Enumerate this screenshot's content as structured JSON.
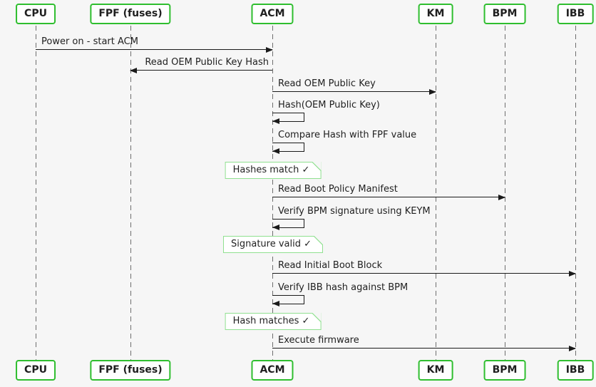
{
  "diagram": {
    "type": "sequence-diagram",
    "background": "#f6f6f6"
  },
  "participants": [
    {
      "id": "cpu",
      "label": "CPU"
    },
    {
      "id": "fpf",
      "label": "FPF (fuses)"
    },
    {
      "id": "acm",
      "label": "ACM"
    },
    {
      "id": "km",
      "label": "KM"
    },
    {
      "id": "bpm",
      "label": "BPM"
    },
    {
      "id": "ibb",
      "label": "IBB"
    }
  ],
  "messages": [
    {
      "from": "CPU",
      "to": "ACM",
      "label": "Power on - start ACM",
      "type": "solid-arrow"
    },
    {
      "from": "ACM",
      "to": "FPF (fuses)",
      "label": "Read OEM Public Key Hash",
      "type": "solid-arrow"
    },
    {
      "from": "ACM",
      "to": "KM",
      "label": "Read OEM Public Key",
      "type": "solid-arrow"
    },
    {
      "from": "ACM",
      "to": "ACM",
      "label": "Hash(OEM Public Key)",
      "type": "self-arrow"
    },
    {
      "from": "ACM",
      "to": "ACM",
      "label": "Compare Hash with FPF value",
      "type": "self-arrow"
    },
    {
      "from": "ACM",
      "to": "BPM",
      "label": "Read Boot Policy Manifest",
      "type": "solid-arrow"
    },
    {
      "from": "ACM",
      "to": "ACM",
      "label": "Verify BPM signature using KEYM",
      "type": "self-arrow"
    },
    {
      "from": "ACM",
      "to": "IBB",
      "label": "Read Initial Boot Block",
      "type": "solid-arrow"
    },
    {
      "from": "ACM",
      "to": "ACM",
      "label": "Verify IBB hash against BPM",
      "type": "self-arrow"
    },
    {
      "from": "ACM",
      "to": "IBB",
      "label": "Execute firmware",
      "type": "solid-arrow"
    }
  ],
  "notes": [
    {
      "over": "ACM",
      "label": "Hashes match ✓"
    },
    {
      "over": "ACM",
      "label": "Signature valid ✓"
    },
    {
      "over": "ACM",
      "label": "Hash matches ✓"
    }
  ],
  "colors": {
    "participant_border": "#2fbe2f",
    "participant_fill": "#fefefe",
    "note_border": "#90e090",
    "note_fill": "#ffffff",
    "lifeline": "#6e6e6e",
    "arrow": "#1a1a1a",
    "text": "#1f1f1f",
    "background": "#f6f6f6"
  }
}
